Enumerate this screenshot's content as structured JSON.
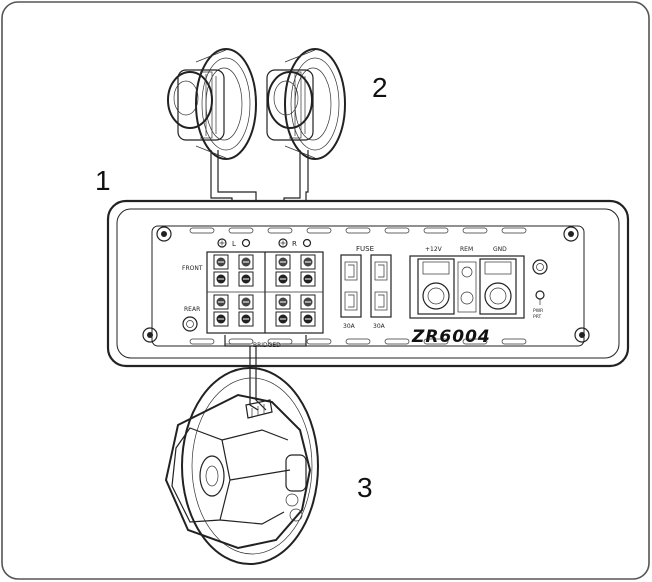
{
  "callouts": {
    "one": "1",
    "two": "2",
    "three": "3"
  },
  "amplifier": {
    "model": "ZR6004",
    "channel_left": "L",
    "channel_right": "R",
    "front": "FRONT",
    "rear": "REAR",
    "bridged": "BRIDGED",
    "fuse": "FUSE",
    "fuse_ratings": [
      "30A",
      "30A"
    ],
    "power_plus": "+12V",
    "remote": "REM",
    "ground": "GND",
    "pwr_prt": [
      "PWR",
      "PRT"
    ]
  },
  "colors": {
    "line": "#222222",
    "frame": "#555555",
    "background": "#ffffff"
  }
}
